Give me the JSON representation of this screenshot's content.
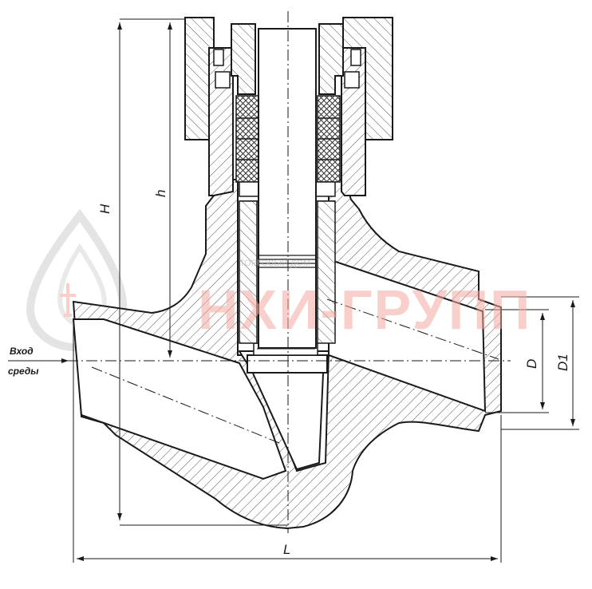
{
  "watermark": {
    "brand": "НХИ-ГРУПП",
    "small_text": "ТОРГОВЫЙ ДОМ",
    "color": "#f3a9a0"
  },
  "labels": {
    "inlet_line1": "Вход",
    "inlet_line2": "среды",
    "dim_H": "H",
    "dim_h": "h",
    "dim_L": "L",
    "dim_D": "D",
    "dim_D1": "D1"
  },
  "colors": {
    "line": "#1a1a1a",
    "hatch": "#555555"
  }
}
